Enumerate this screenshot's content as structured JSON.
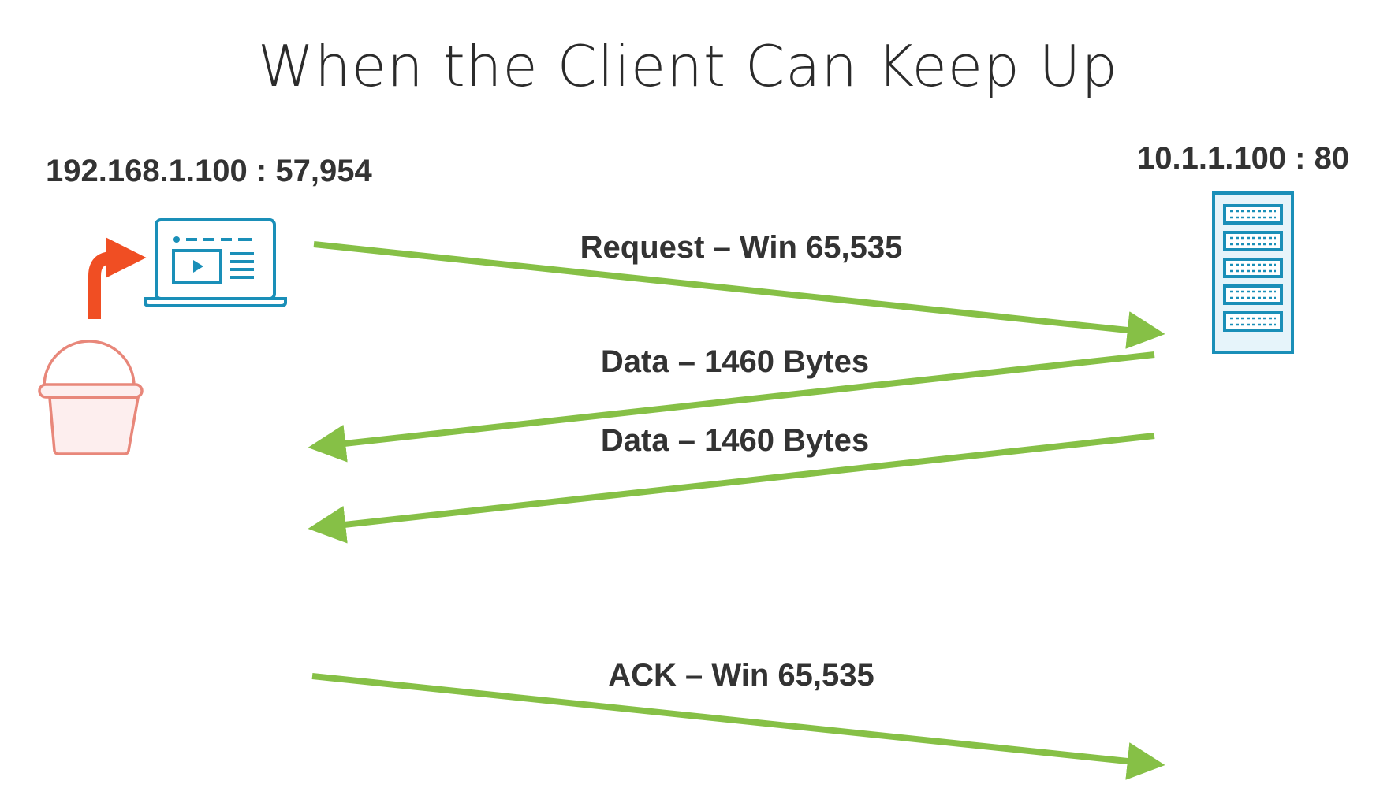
{
  "title": "When the Client Can Keep Up",
  "client": {
    "address": "192.168.1.100 : 57,954",
    "icon": "laptop-icon",
    "buffer_icon": "bucket-icon",
    "arrow_color": "#f04e23"
  },
  "server": {
    "address": "10.1.1.100 : 80",
    "icon": "server-rack-icon",
    "color": "#1a8fb8"
  },
  "arrow_color": "#86c046",
  "messages": [
    {
      "label": "Request – Win 65,535",
      "direction": "client-to-server"
    },
    {
      "label": "Data – 1460 Bytes",
      "direction": "server-to-client"
    },
    {
      "label": "Data – 1460 Bytes",
      "direction": "server-to-client"
    },
    {
      "label": "ACK – Win 65,535",
      "direction": "client-to-server"
    }
  ]
}
